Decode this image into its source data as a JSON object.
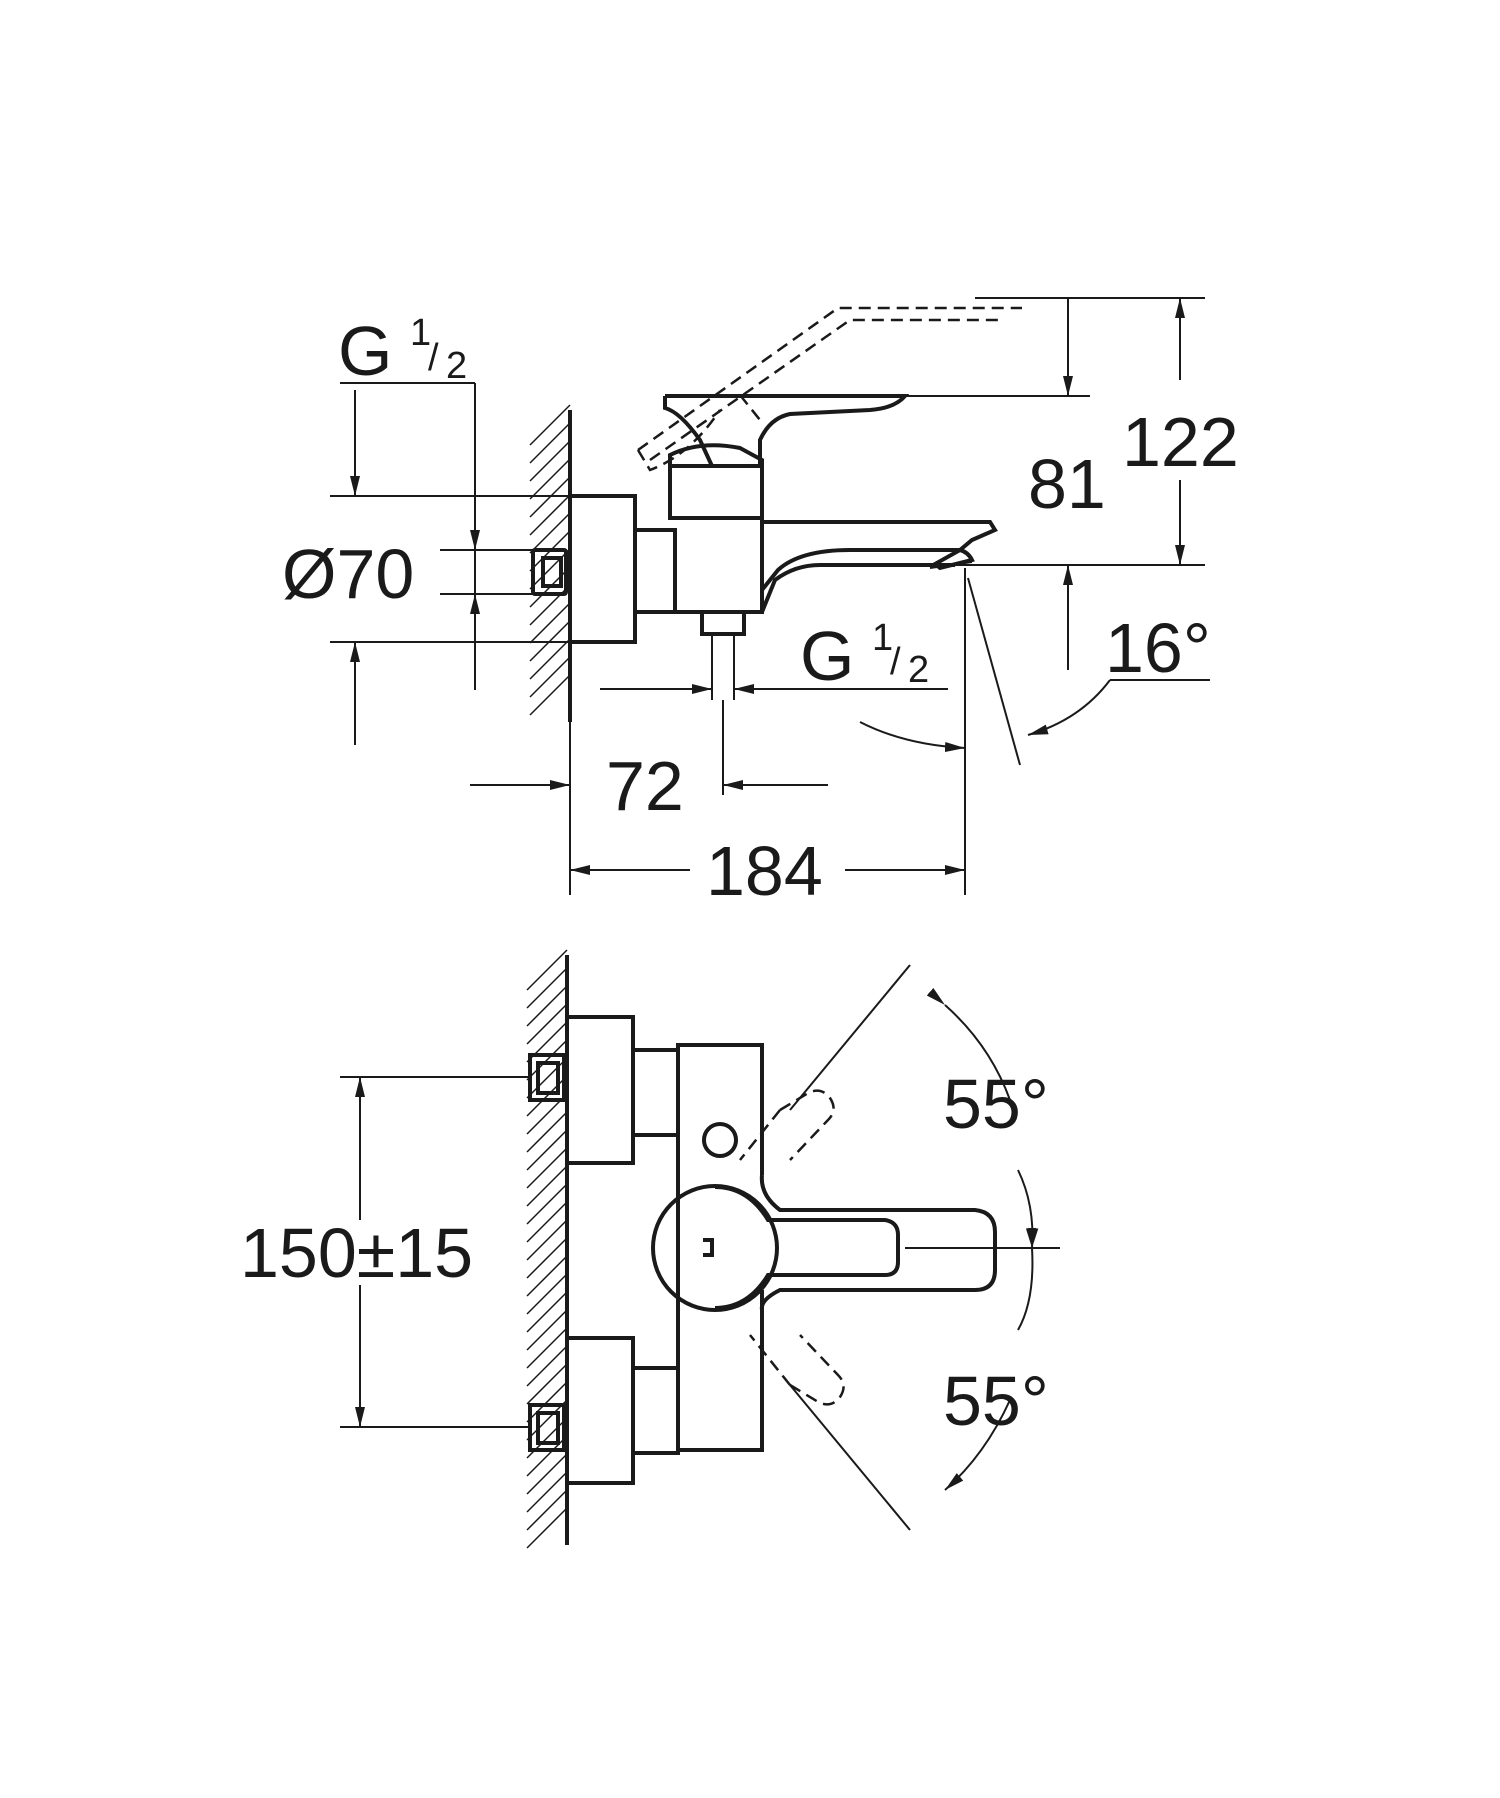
{
  "side_view": {
    "inlet_thread": {
      "prefix": "G",
      "numerator": "1",
      "slash": "/",
      "denominator": "2"
    },
    "outlet_thread": {
      "prefix": "G",
      "numerator": "1",
      "slash": "/",
      "denominator": "2"
    },
    "escutcheon_diameter": "Ø70",
    "spout_height": "81",
    "overall_height": "122",
    "spout_angle": "16°",
    "outlet_offset": "72",
    "projection": "184"
  },
  "front_view": {
    "centre_distance": "150±15",
    "lever_angle_up": "55°",
    "lever_angle_down": "55°"
  }
}
